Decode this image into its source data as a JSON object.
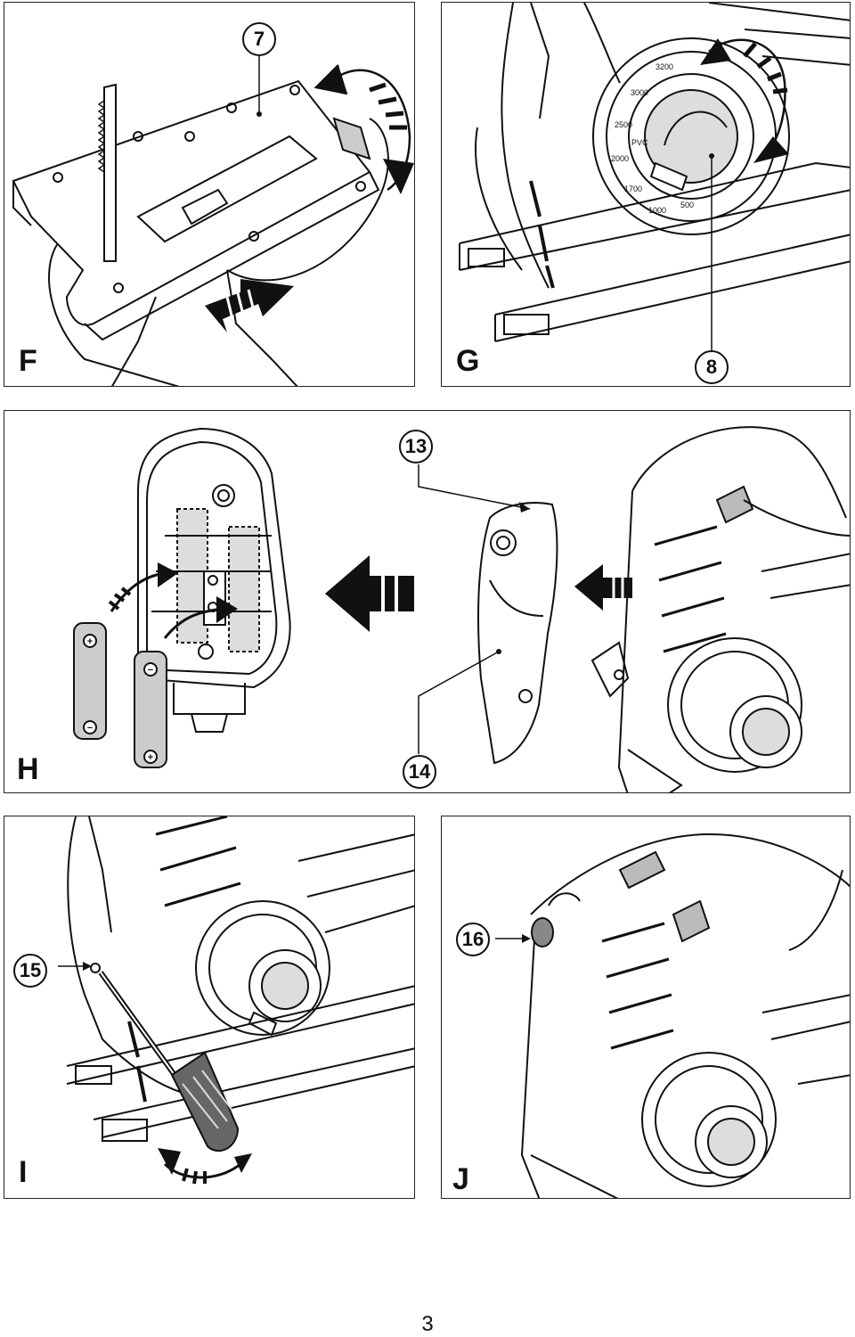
{
  "page": {
    "number": "3"
  },
  "panels": {
    "F": {
      "letter": "F",
      "callouts": [
        "7"
      ]
    },
    "G": {
      "letter": "G",
      "callouts": [
        "8"
      ]
    },
    "H": {
      "letter": "H",
      "callouts": [
        "13",
        "14"
      ]
    },
    "I": {
      "letter": "I",
      "callouts": [
        "15"
      ]
    },
    "J": {
      "letter": "J",
      "callouts": [
        "16"
      ]
    }
  },
  "dial": {
    "labels": [
      "3200",
      "3000",
      "2500",
      "2000",
      "1700",
      "1000",
      "500",
      "PVC"
    ]
  },
  "battery": {
    "plus": "+",
    "minus": "−"
  },
  "colors": {
    "ink": "#111111",
    "shade": "#bdbdbd",
    "paper": "#ffffff"
  }
}
